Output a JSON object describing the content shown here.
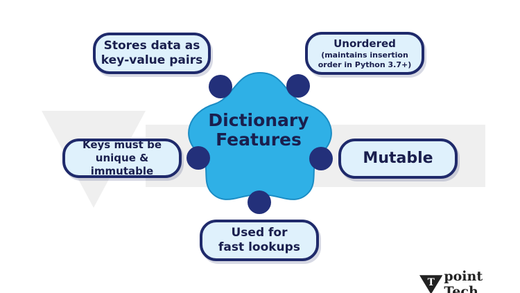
{
  "center": {
    "line1": "Dictionary",
    "line2": "Features"
  },
  "features": {
    "stores": {
      "line1": "Stores data as",
      "line2": "key-value pairs"
    },
    "unordered": {
      "title": "Unordered",
      "note1": "(maintains insertion",
      "note2": "order in Python 3.7+)"
    },
    "keys": {
      "line1": "Keys must be",
      "line2": "unique & immutable"
    },
    "mutable": {
      "title": "Mutable"
    },
    "used": {
      "line1": "Used for",
      "line2": "fast lookups"
    }
  },
  "logo": {
    "letter": "T",
    "text": "point Tech"
  },
  "colors": {
    "blob": "#2fb0e6",
    "navy": "#1f2a6b",
    "box_fill": "#dff1fc",
    "text": "#1a1f4e"
  }
}
